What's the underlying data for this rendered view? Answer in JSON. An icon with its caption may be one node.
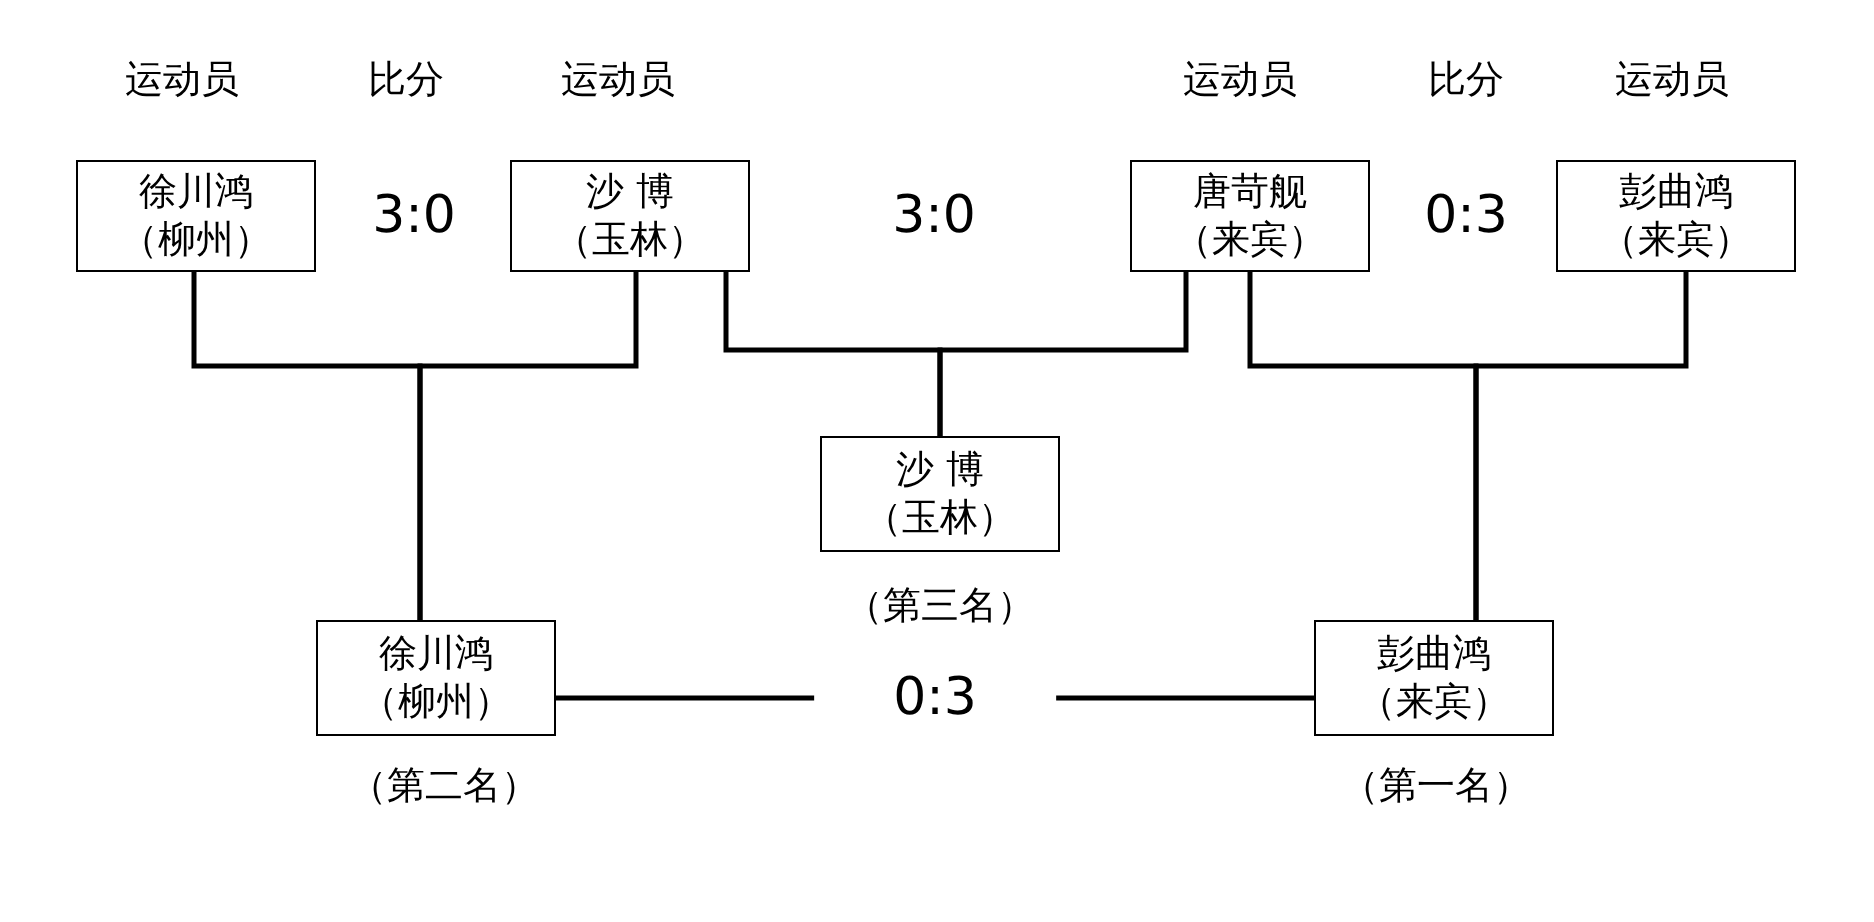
{
  "diagram": {
    "nodes": [
      {
        "text": [
          "徐川鸿",
          "（柳州）"
        ]
      },
      {
        "text": [
          "沙 博",
          "（玉林）"
        ]
      },
      {
        "text": [
          "唐苛舰",
          "（来宾）"
        ]
      },
      {
        "text": [
          "彭曲鸿",
          "（来宾）"
        ]
      },
      {
        "text": [
          "沙 博",
          "（玉林）"
        ],
        "beside": [
          "（第三名）"
        ]
      },
      {
        "text": [
          "徐川鸿",
          "（柳州）"
        ],
        "beside": [
          "（第二名）"
        ]
      },
      {
        "text": [
          "彭曲鸿",
          "（来宾）"
        ],
        "beside": [
          "（第一名）"
        ]
      }
    ],
    "edges": [
      {
        "from": 0,
        "to": 5,
        "arrow": "none"
      },
      {
        "from": 1,
        "to": 5,
        "arrow": "none"
      },
      {
        "from": 1,
        "to": 4,
        "arrow": "none"
      },
      {
        "from": 2,
        "to": 4,
        "arrow": "none"
      },
      {
        "from": 2,
        "to": 6,
        "arrow": "none"
      },
      {
        "from": 3,
        "to": 6,
        "arrow": "none"
      },
      {
        "from": 5,
        "to": 6,
        "arrow": "none",
        "label": "0:3"
      }
    ],
    "labels": [
      "运动员",
      "比分",
      "运动员",
      "运动员",
      "比分",
      "运动员",
      "3:0",
      "3:0",
      "0:3"
    ]
  }
}
